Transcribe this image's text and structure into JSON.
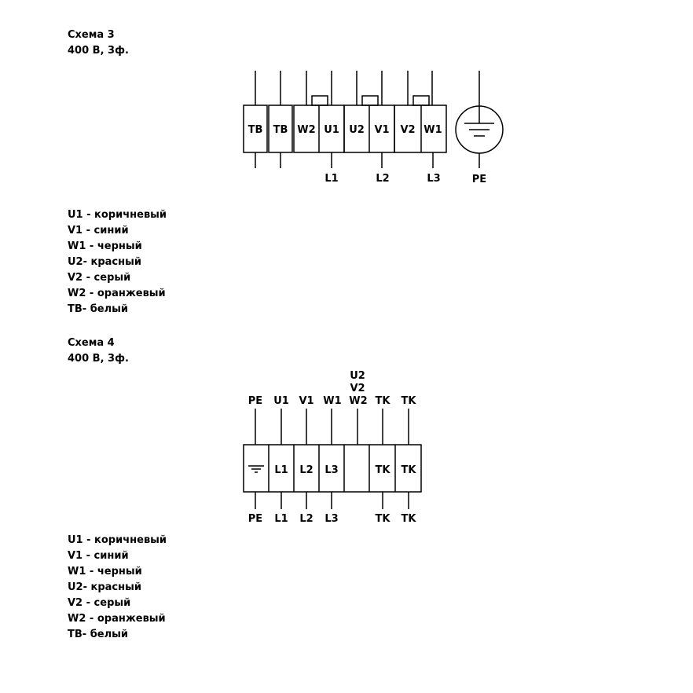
{
  "scheme3": {
    "title": "Схема 3",
    "subtitle": "400 В, 3ф.",
    "terminals": [
      "TB",
      "TB",
      "W2",
      "U1",
      "U2",
      "V1",
      "V2",
      "W1"
    ],
    "bottom_labels": [
      "L1",
      "L2",
      "L3"
    ],
    "ground_label": "PE",
    "legend": [
      "U1 - коричневый",
      "V1 - синий",
      "W1 - черный",
      "U2- красный",
      "V2 - серый",
      "W2 - оранжевый",
      "TB- белый"
    ]
  },
  "scheme4": {
    "title": "Схема 4",
    "subtitle": "400 В, 3ф.",
    "top_labels": [
      "PE",
      "U1",
      "V1",
      "W1",
      "U2",
      "V2",
      "W2",
      "TK",
      "TK"
    ],
    "terminals": [
      "",
      "L1",
      "L2",
      "L3",
      "",
      "TK",
      "TK"
    ],
    "bottom_labels": [
      "PE",
      "L1",
      "L2",
      "L3",
      "TK",
      "TK"
    ],
    "legend": [
      "U1 - коричневый",
      "V1 - синий",
      "W1 - черный",
      "U2- красный",
      "V2 - серый",
      "W2 - оранжевый",
      "TB- белый"
    ]
  }
}
